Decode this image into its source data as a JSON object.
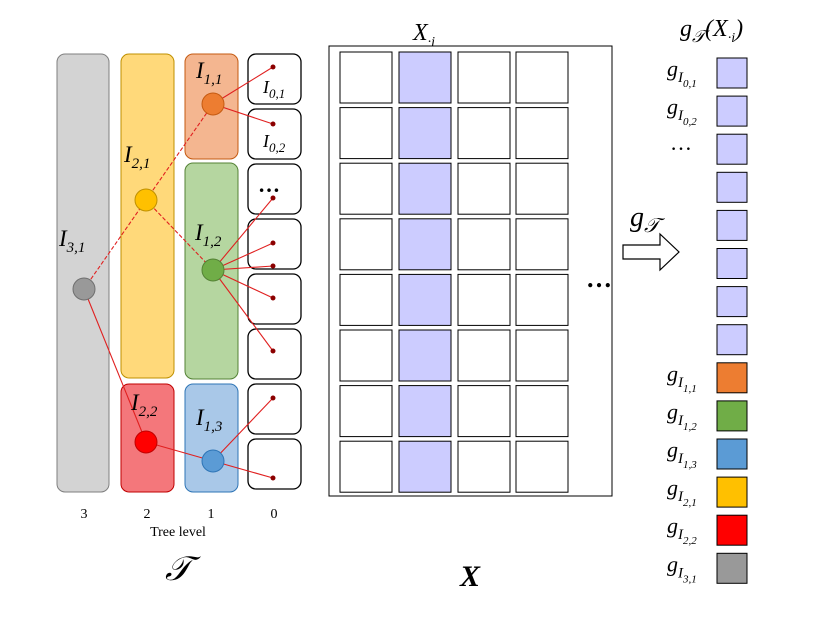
{
  "tree": {
    "level_ticks": [
      "3",
      "2",
      "1",
      "0"
    ],
    "level_axis_label": "Tree level",
    "symbol": "𝒯",
    "nodes": [
      {
        "id": "I31",
        "base": "I",
        "sub": "3,1",
        "color": "#999999",
        "band_color": "#d3d3d3"
      },
      {
        "id": "I21",
        "base": "I",
        "sub": "2,1",
        "color": "#ffc000",
        "band_color": "#ffd97a"
      },
      {
        "id": "I22",
        "base": "I",
        "sub": "2,2",
        "color": "#ff0000",
        "band_color": "#f4777b"
      },
      {
        "id": "I11",
        "base": "I",
        "sub": "1,1",
        "color": "#ed7d31",
        "band_color": "#f4b690"
      },
      {
        "id": "I12",
        "base": "I",
        "sub": "1,2",
        "color": "#70ad47",
        "band_color": "#b5d6a0"
      },
      {
        "id": "I13",
        "base": "I",
        "sub": "1,3",
        "color": "#5b9bd5",
        "band_color": "#a9c8e8"
      }
    ],
    "leaf_labels": [
      {
        "base": "I",
        "sub": "0,1"
      },
      {
        "base": "I",
        "sub": "0,2"
      }
    ],
    "leaf_ellipsis": "…",
    "edge_color": "#e02020"
  },
  "matrix": {
    "column_label": {
      "base": "X",
      "sub": "·i"
    },
    "symbol": "X",
    "ellipsis": "…",
    "highlight_color": "#ccccff"
  },
  "transform": {
    "label_base": "g",
    "label_sub": "𝒯"
  },
  "output": {
    "title": {
      "base": "g",
      "sub": "𝒯",
      "arg": "(X",
      "arg_sub": "·i",
      "close": ")"
    },
    "ellipsis": "…",
    "items": [
      {
        "base": "g",
        "sub": "I",
        "subsub": "0,1",
        "color": "#ccccff"
      },
      {
        "base": "g",
        "sub": "I",
        "subsub": "0,2",
        "color": "#ccccff"
      },
      {
        "base": "",
        "sub": "",
        "subsub": "",
        "color": "#ccccff"
      },
      {
        "base": "",
        "sub": "",
        "subsub": "",
        "color": "#ccccff"
      },
      {
        "base": "",
        "sub": "",
        "subsub": "",
        "color": "#ccccff"
      },
      {
        "base": "",
        "sub": "",
        "subsub": "",
        "color": "#ccccff"
      },
      {
        "base": "",
        "sub": "",
        "subsub": "",
        "color": "#ccccff"
      },
      {
        "base": "",
        "sub": "",
        "subsub": "",
        "color": "#ccccff"
      },
      {
        "base": "g",
        "sub": "I",
        "subsub": "1,1",
        "color": "#ed7d31"
      },
      {
        "base": "g",
        "sub": "I",
        "subsub": "1,2",
        "color": "#70ad47"
      },
      {
        "base": "g",
        "sub": "I",
        "subsub": "1,3",
        "color": "#5b9bd5"
      },
      {
        "base": "g",
        "sub": "I",
        "subsub": "2,1",
        "color": "#ffc000"
      },
      {
        "base": "g",
        "sub": "I",
        "subsub": "2,2",
        "color": "#ff0000"
      },
      {
        "base": "g",
        "sub": "I",
        "subsub": "3,1",
        "color": "#999999"
      }
    ]
  }
}
